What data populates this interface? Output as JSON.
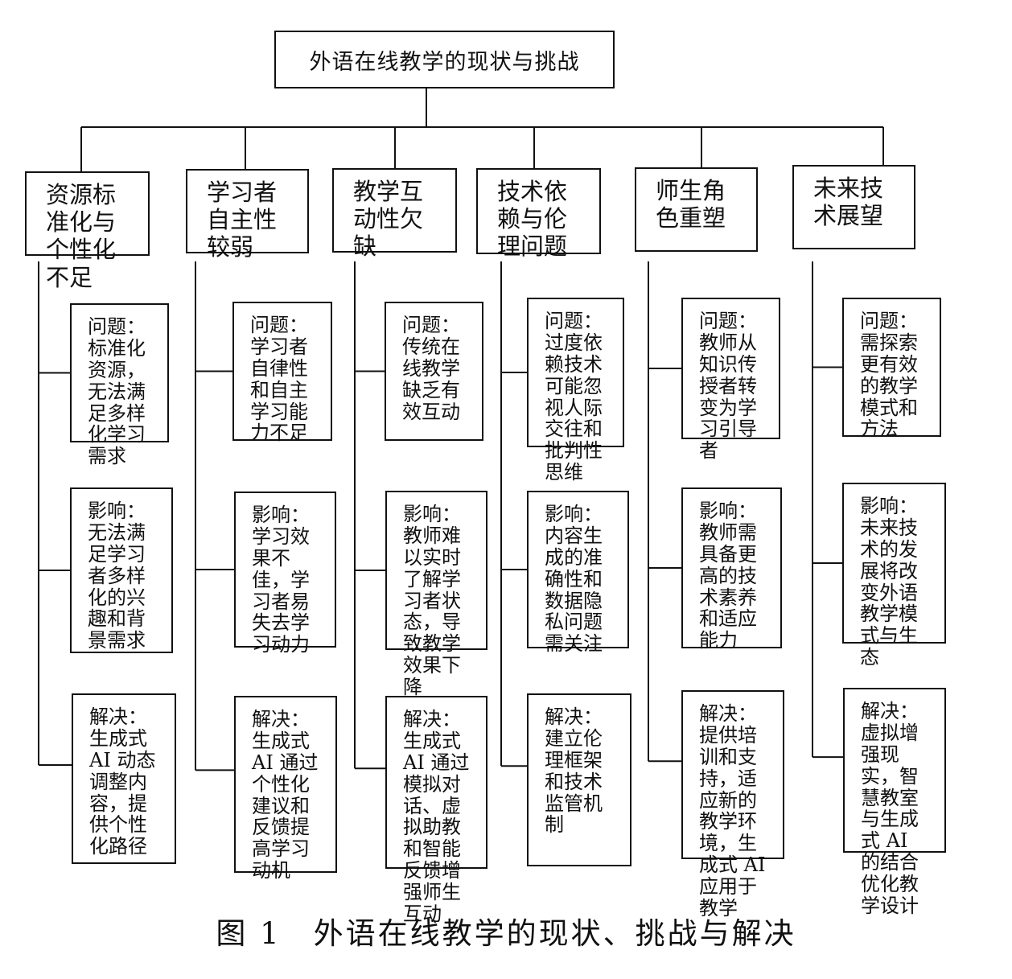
{
  "title": "外语在线教学的现状与挑战",
  "caption": "图 1　外语在线教学的现状、挑战与解决",
  "columns": [
    {
      "category": "资源标准化与个性化不足",
      "problem": "问题：标准化资源，无法满足多样化学习需求",
      "impact": "影响：无法满足学习者多样化的兴趣和背景需求",
      "solution": "解决：生成式 AI 动态调整内容，提供个性化路径"
    },
    {
      "category": "学习者自主性较弱",
      "problem": "问题：学习者自律性和自主学习能力不足",
      "impact": "影响：学习效果不佳，学习者易失去学习动力",
      "solution": "解决：生成式 AI 通过个性化建议和反馈提高学习动机"
    },
    {
      "category": "教学互动性欠缺",
      "problem": "问题：传统在线教学缺乏有效互动",
      "impact": "影响：教师难以实时了解学习者状态，导致教学效果下降",
      "solution": "解决：生成式 AI 通过模拟对话、虚拟助教和智能反馈增强师生互动"
    },
    {
      "category": "技术依赖与伦理问题",
      "problem": "问题：过度依赖技术可能忽视人际交往和批判性思维",
      "impact": "影响：内容生成的准确性和数据隐私问题需关注",
      "solution": "解决：建立伦理框架和技术监管机制"
    },
    {
      "category": "师生角色重塑",
      "problem": "问题：教师从知识传授者转变为学习引导者",
      "impact": "影响：教师需具备更高的技术素养和适应能力",
      "solution": "解决：提供培训和支持，适应新的教学环境，生成式 AI 应用于教学"
    },
    {
      "category": "未来技术展望",
      "problem": "问题：需探索更有效的教学模式和方法",
      "impact": "影响：未来技术的发展将改变外语教学模式与生态",
      "solution": "解决：虚拟增强现实，智慧教室与生成式 AI 的结合优化教学设计"
    }
  ]
}
